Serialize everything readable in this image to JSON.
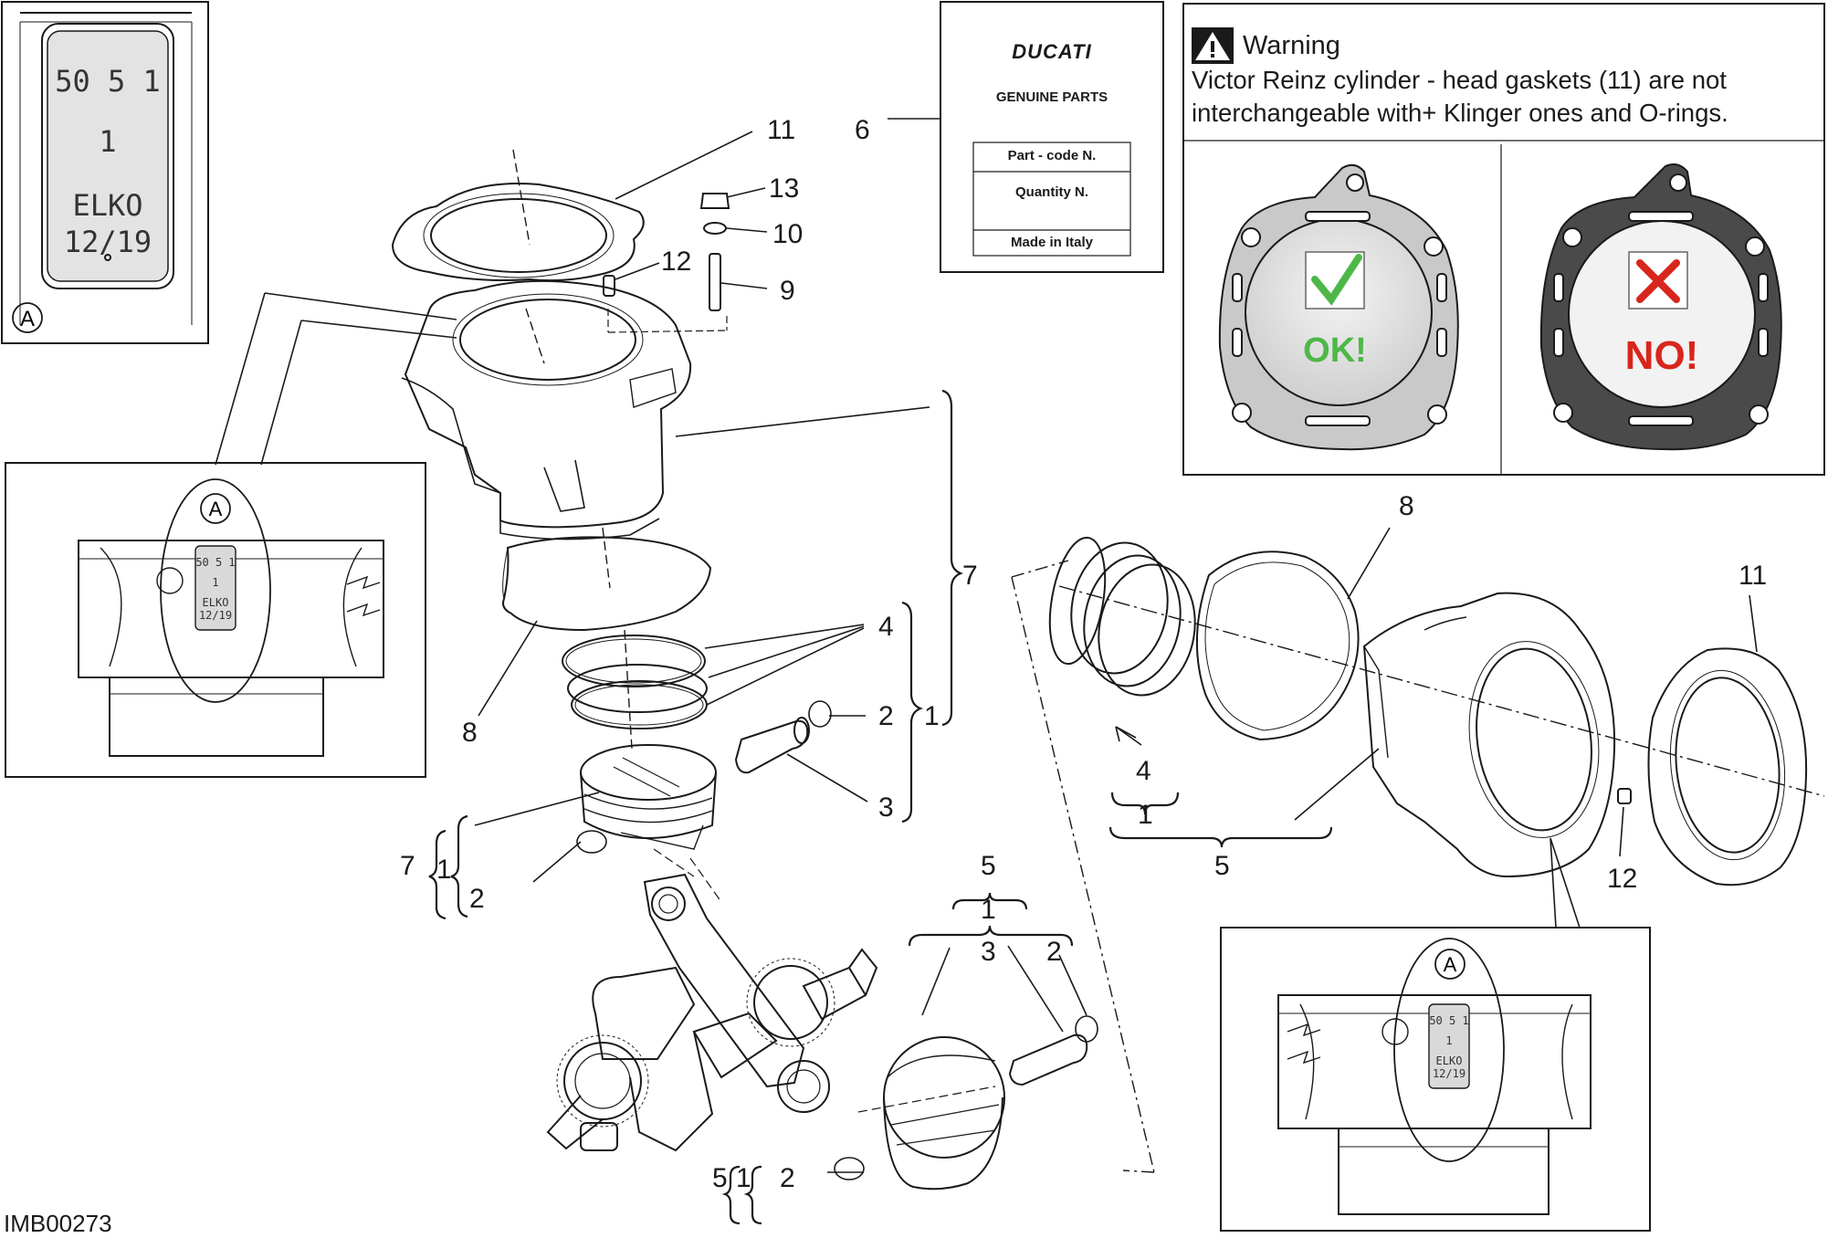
{
  "diagram_code": "IMB00273",
  "warning": {
    "title": "Warning",
    "body": "Victor Reinz cylinder - head gaskets (11) are not interchangeable with+ Klinger ones and O-rings.",
    "ok_label": "OK!",
    "no_label": "NO!",
    "ok_color": "#4db848",
    "no_color": "#d9261c"
  },
  "parts_label": {
    "brand": "DUCATI",
    "subtitle": "GENUINE PARTS",
    "field_code": "Part - code N.",
    "field_qty": "Quantity N.",
    "field_origin": "Made in Italy"
  },
  "marking": {
    "line1": "50 5 1",
    "line2": "1",
    "line3": "ELKO",
    "line4": "12/19",
    "detail": "A"
  },
  "callouts": {
    "n1": "1",
    "n2": "2",
    "n3": "3",
    "n4": "4",
    "n5": "5",
    "n6": "6",
    "n7": "7",
    "n8": "8",
    "n9": "9",
    "n10": "10",
    "n11": "11",
    "n12": "12",
    "n13": "13"
  }
}
